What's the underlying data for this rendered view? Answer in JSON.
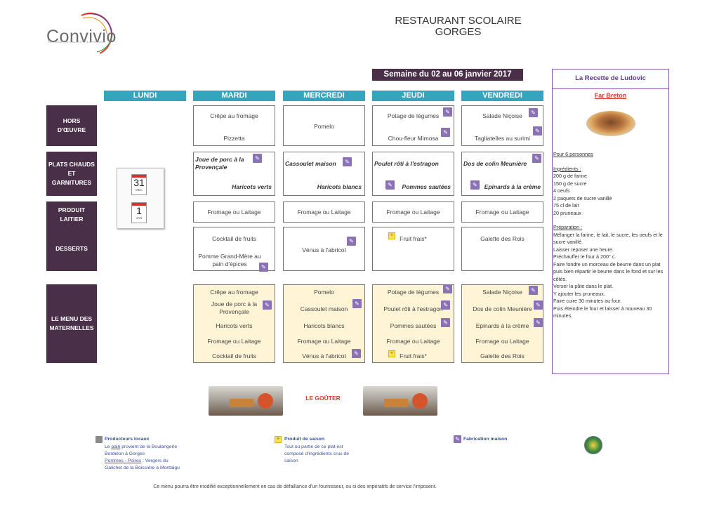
{
  "logo": {
    "name": "Convivio",
    "tagline": "RESTAURATION COLLECTIVE & AUTOGEREE"
  },
  "title": {
    "line1": "RESTAURANT SCOLAIRE",
    "line2": "GORGES"
  },
  "week": "Semaine du 02 au 06 janvier 2017",
  "days": [
    "LUNDI",
    "MARDI",
    "MERCREDI",
    "JEUDI",
    "VENDREDI"
  ],
  "rows": {
    "hors": "HORS\nD'ŒUVRE",
    "plats": "PLATS CHAUDS\nET\nGARNITURES",
    "laitier": "PRODUIT\nLAITIER",
    "desserts": "DESSERTS",
    "maternelles": "LE MENU DES\nMATERNELLES"
  },
  "calendar": {
    "d1": "31",
    "m1": "DEC",
    "d2": "1",
    "m2": "JAN"
  },
  "hors": {
    "mardi_1": "Crêpe au fromage",
    "mardi_2": "Pizzetta",
    "mercredi_1": "Pomelo",
    "jeudi_1": "Potage de légumes",
    "jeudi_2": "Chou-fleur Mimosa",
    "vendredi_1": "Salade Niçoise",
    "vendredi_2": "Tagliatelles au surimi"
  },
  "plats": {
    "mardi_1": "Joue de porc à la\nProvençale",
    "mardi_2": "Haricots verts",
    "mercredi_1": "Cassoulet maison",
    "mercredi_2": "Haricots blancs",
    "jeudi_1": "Poulet rôti à l'estragon",
    "jeudi_2": "Pommes sautées",
    "vendredi_1": "Dos de colin Meunière",
    "vendredi_2": "Epinards à la crème"
  },
  "laitier": {
    "mardi": "Fromage ou Laitage",
    "mercredi": "Fromage ou Laitage",
    "jeudi": "Fromage ou Laitage",
    "vendredi": "Fromage ou Laitage"
  },
  "desserts": {
    "mardi_1": "Cocktail de fruits",
    "mardi_2": "Pomme Grand-Mère au\npain d'épices",
    "mercredi_1": "Vénus à l'abricot",
    "jeudi_1": "Fruit frais*",
    "vendredi_1": "Galette des Rois"
  },
  "maternelles": {
    "mardi": [
      "Crêpe au fromage",
      "Joue de porc à la\nProvençale",
      "Haricots verts",
      "Fromage ou Laitage",
      "Cocktail de fruits"
    ],
    "mercredi": [
      "Pomelo",
      "Cassoulet maison",
      "Haricots blancs",
      "Fromage ou Laitage",
      "Vénus à l'abricot"
    ],
    "jeudi": [
      "Potage de légumes",
      "Poulet rôti à l'estragon",
      "Pommes sautées",
      "Fromage ou Laitage",
      "Fruit frais*"
    ],
    "vendredi": [
      "Salade Niçoise",
      "Dos de colin Meunière",
      "Epinards à la crème",
      "Fromage ou Laitage",
      "Galette des Rois"
    ]
  },
  "recipe": {
    "title": "La Recette de Ludovic",
    "name": "Far Breton",
    "persons": "Pour 6 personnes",
    "ingredients_label": "Ingrédients :",
    "ingredients": [
      "200 g de farine",
      "150 g de sucre",
      "4 oeufs",
      "2 paquets de sucre vanillé",
      "75 cl de lait",
      "20 pruneaux"
    ],
    "preparation_label": "Préparation :",
    "preparation": [
      "Mélanger la farine, le lait, le sucre, les oeufs et le sucre vanillé.",
      "Laisser reposer une heure.",
      "Préchauffer le four à 200° c.",
      "Faire fondre un morceau de beurre dans un plat puis bien répartir le beurre dans le fond et sur les côtés.",
      "Verser la pâte dans le plat.",
      "Y ajouter les pruneaux.",
      "Faire cuire 30 minutes au four.",
      "Puis éteindre le four et laisser à nouveau 30 minutes."
    ]
  },
  "gouter": "LE GOÛTER",
  "legend": {
    "local_title": "Producteurs locaux",
    "local_l1a": "Le ",
    "local_l1b": "pain",
    "local_l1c": " provient de la Boulangerie",
    "local_l2": "Bordelon à Gorges",
    "local_l3a": "Pommes - Poires",
    "local_l3b": " : Vergers du",
    "local_l4": "Galichet de la Boissière à Montaigu",
    "season_title": "Produit de saison",
    "season_l1": "Tout ou partie de ce plat est",
    "season_l2": "composé d'ingrédients crus de",
    "season_l3": "saison",
    "home_title": "Fabrication maison"
  },
  "footer": "Ce menu pourra être modifié exceptionnellement en cas de défaillance d'un fournisseur, ou si des impératifs de service l'imposent.",
  "colors": {
    "header_purple": "#4a2f49",
    "day_blue": "#37a4bd",
    "maternelle_bg": "#fff5d6",
    "icon_purple": "#8a72b5"
  }
}
